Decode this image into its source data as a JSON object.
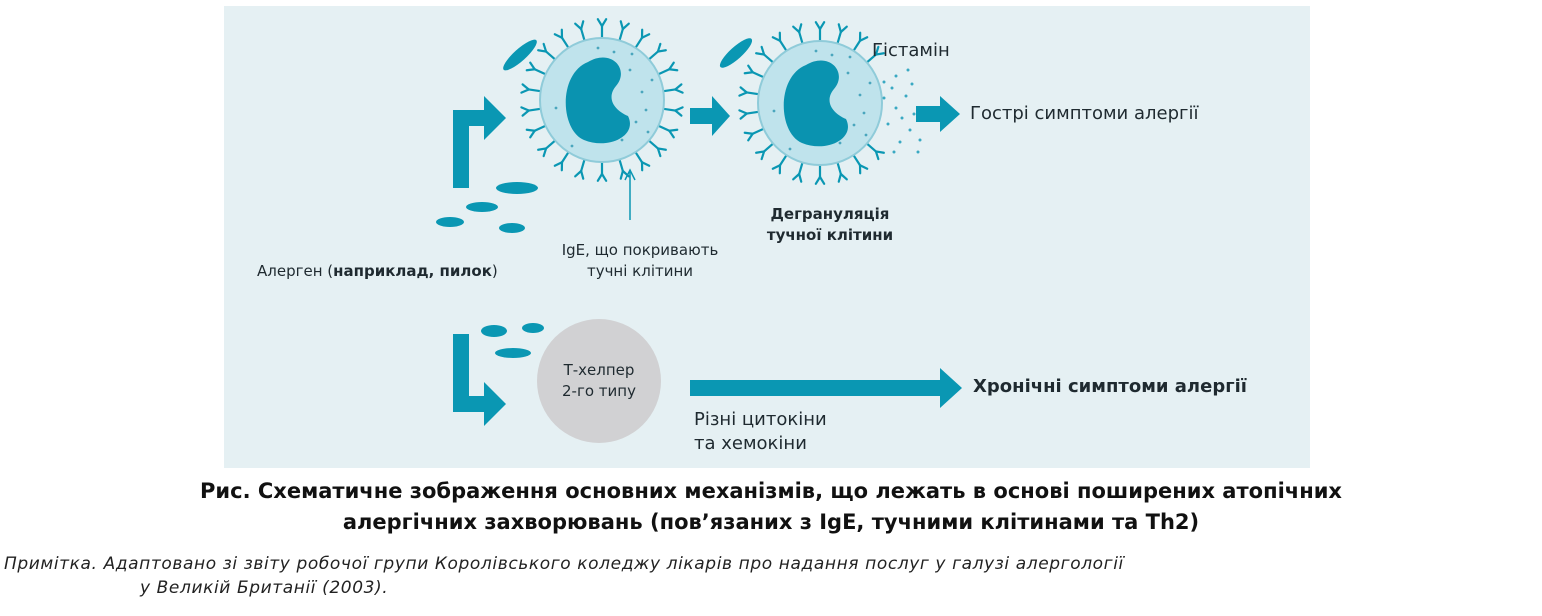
{
  "diagram": {
    "labels": {
      "allergen_prefix": "Алерген (",
      "allergen_bold": "наприклад, пилок",
      "allergen_suffix": ")",
      "ige_line1": "IgE, що покривають",
      "ige_line2": "тучні клітини",
      "histamine": "Гістамін",
      "acute": "Гострі симптоми алергії",
      "degran_line1": "Дегрануляція",
      "degran_line2": "тучної клітини",
      "th2_line1": "Т-хелпер",
      "th2_line2": "2-го типу",
      "chronic": "Хронічні симптоми алергії",
      "cyto_line1": "Різні цитокіни",
      "cyto_line2": "та хемокіни"
    },
    "colors": {
      "panel": "#e5f0f3",
      "teal": "#0a97b3",
      "cell_fill": "#bfe3ec",
      "cell_stroke": "#8fcbd9",
      "nucleus": "#0a93b0",
      "th2_cell": "#d1d1d3"
    }
  },
  "caption": {
    "line1": "Рис. Схематичне зображення основних механізмів, що лежать в основі поширених атопічних",
    "line2": "алергічних захворювань (пов’язаних з IgE, тучними клітинами та Th2)"
  },
  "note": {
    "line1": "Примітка. Адаптовано зі звіту робочої групи Королівського коледжу лікарів про надання послуг у галузі алергології",
    "line2": "у Великій Британії (2003)."
  }
}
